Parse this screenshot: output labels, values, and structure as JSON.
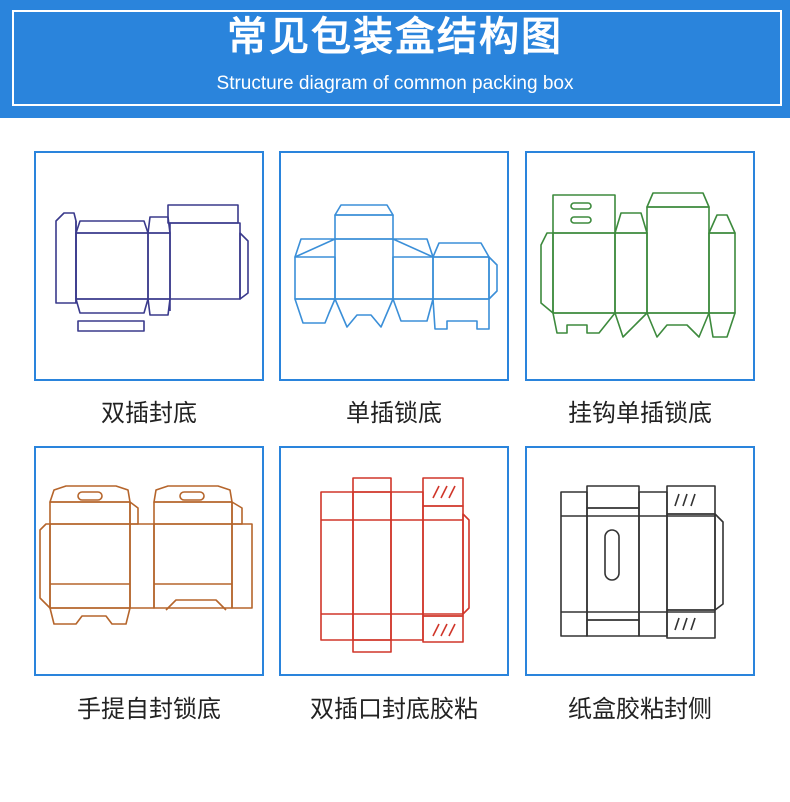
{
  "header": {
    "title": "常见包装盒结构图",
    "subtitle": "Structure diagram of common packing box"
  },
  "boxes": [
    {
      "label": "双插封底",
      "color": "#3a3a8c"
    },
    {
      "label": "单插锁底",
      "color": "#3b8fd8"
    },
    {
      "label": "挂钩单插锁底",
      "color": "#3d8a3d"
    },
    {
      "label": "手提自封锁底",
      "color": "#b5652b"
    },
    {
      "label": "双插口封底胶粘",
      "color": "#d0362a"
    },
    {
      "label": "纸盒胶粘封侧",
      "color": "#333333"
    }
  ]
}
